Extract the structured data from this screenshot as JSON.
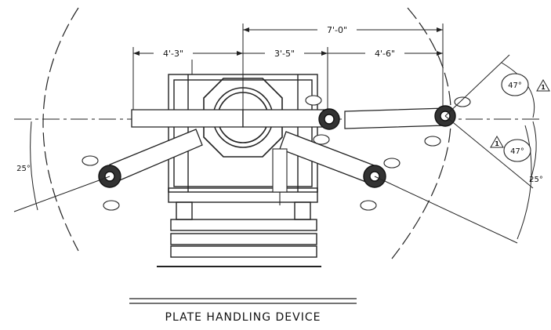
{
  "drawing": {
    "title": "PLATE HANDLING DEVICE",
    "dimensions": {
      "left_span": "4'-3\"",
      "mid_span": "3'-5\"",
      "right_span": "4'-6\"",
      "overall": "7'-0\""
    },
    "angles": {
      "left_low": "25°",
      "right_low": "25°",
      "upper_right": "47°",
      "lower_right": "47°"
    },
    "note_marker": "1"
  }
}
